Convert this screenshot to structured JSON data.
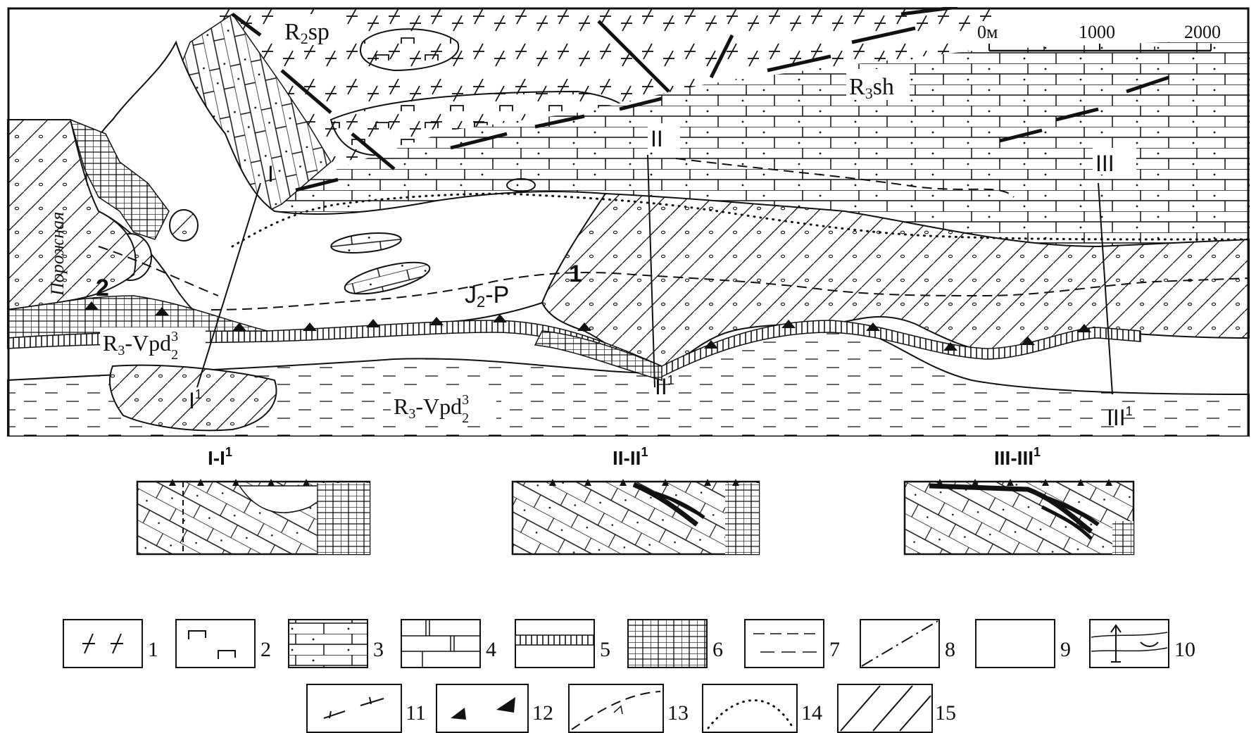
{
  "map": {
    "labels": {
      "r2sp": "R",
      "r2sp_sub": "2",
      "r2sp_rest": "sp",
      "r3sh": "R",
      "r3sh_sub": "3",
      "r3sh_rest": "sh",
      "j2p": "J",
      "j2p_sub": "2",
      "j2p_rest": "-P",
      "r3v_left": "R",
      "r3v_left_sub": "3",
      "r3v_left_rest": "-Vpd",
      "r3v_left_sup": "3",
      "r3v_left_sub2": "2",
      "r3v_bottom": "R",
      "r3v_bottom_sub": "3",
      "r3v_bottom_rest": "-Vpd",
      "r3v_bottom_sup": "3",
      "r3v_bottom_sub2": "2",
      "river": "Порожная",
      "area1": "1",
      "area2": "2",
      "section_I": "I",
      "section_I1": "I",
      "section_I1_sup": "1",
      "section_II": "II",
      "section_II1": "II",
      "section_II1_sup": "1",
      "section_III": "III",
      "section_III1": "III",
      "section_III1_sup": "1"
    },
    "scale": {
      "ticks": [
        "0м",
        "1000",
        "2000"
      ]
    }
  },
  "sections": [
    {
      "title": "I-I",
      "sup": "1"
    },
    {
      "title": "II-II",
      "sup": "1"
    },
    {
      "title": "III-III",
      "sup": "1"
    }
  ],
  "legend": {
    "row1": [
      "1",
      "2",
      "3",
      "4",
      "5",
      "6",
      "7",
      "8",
      "9",
      "10"
    ],
    "row2": [
      "11",
      "12",
      "13",
      "14",
      "15"
    ]
  }
}
